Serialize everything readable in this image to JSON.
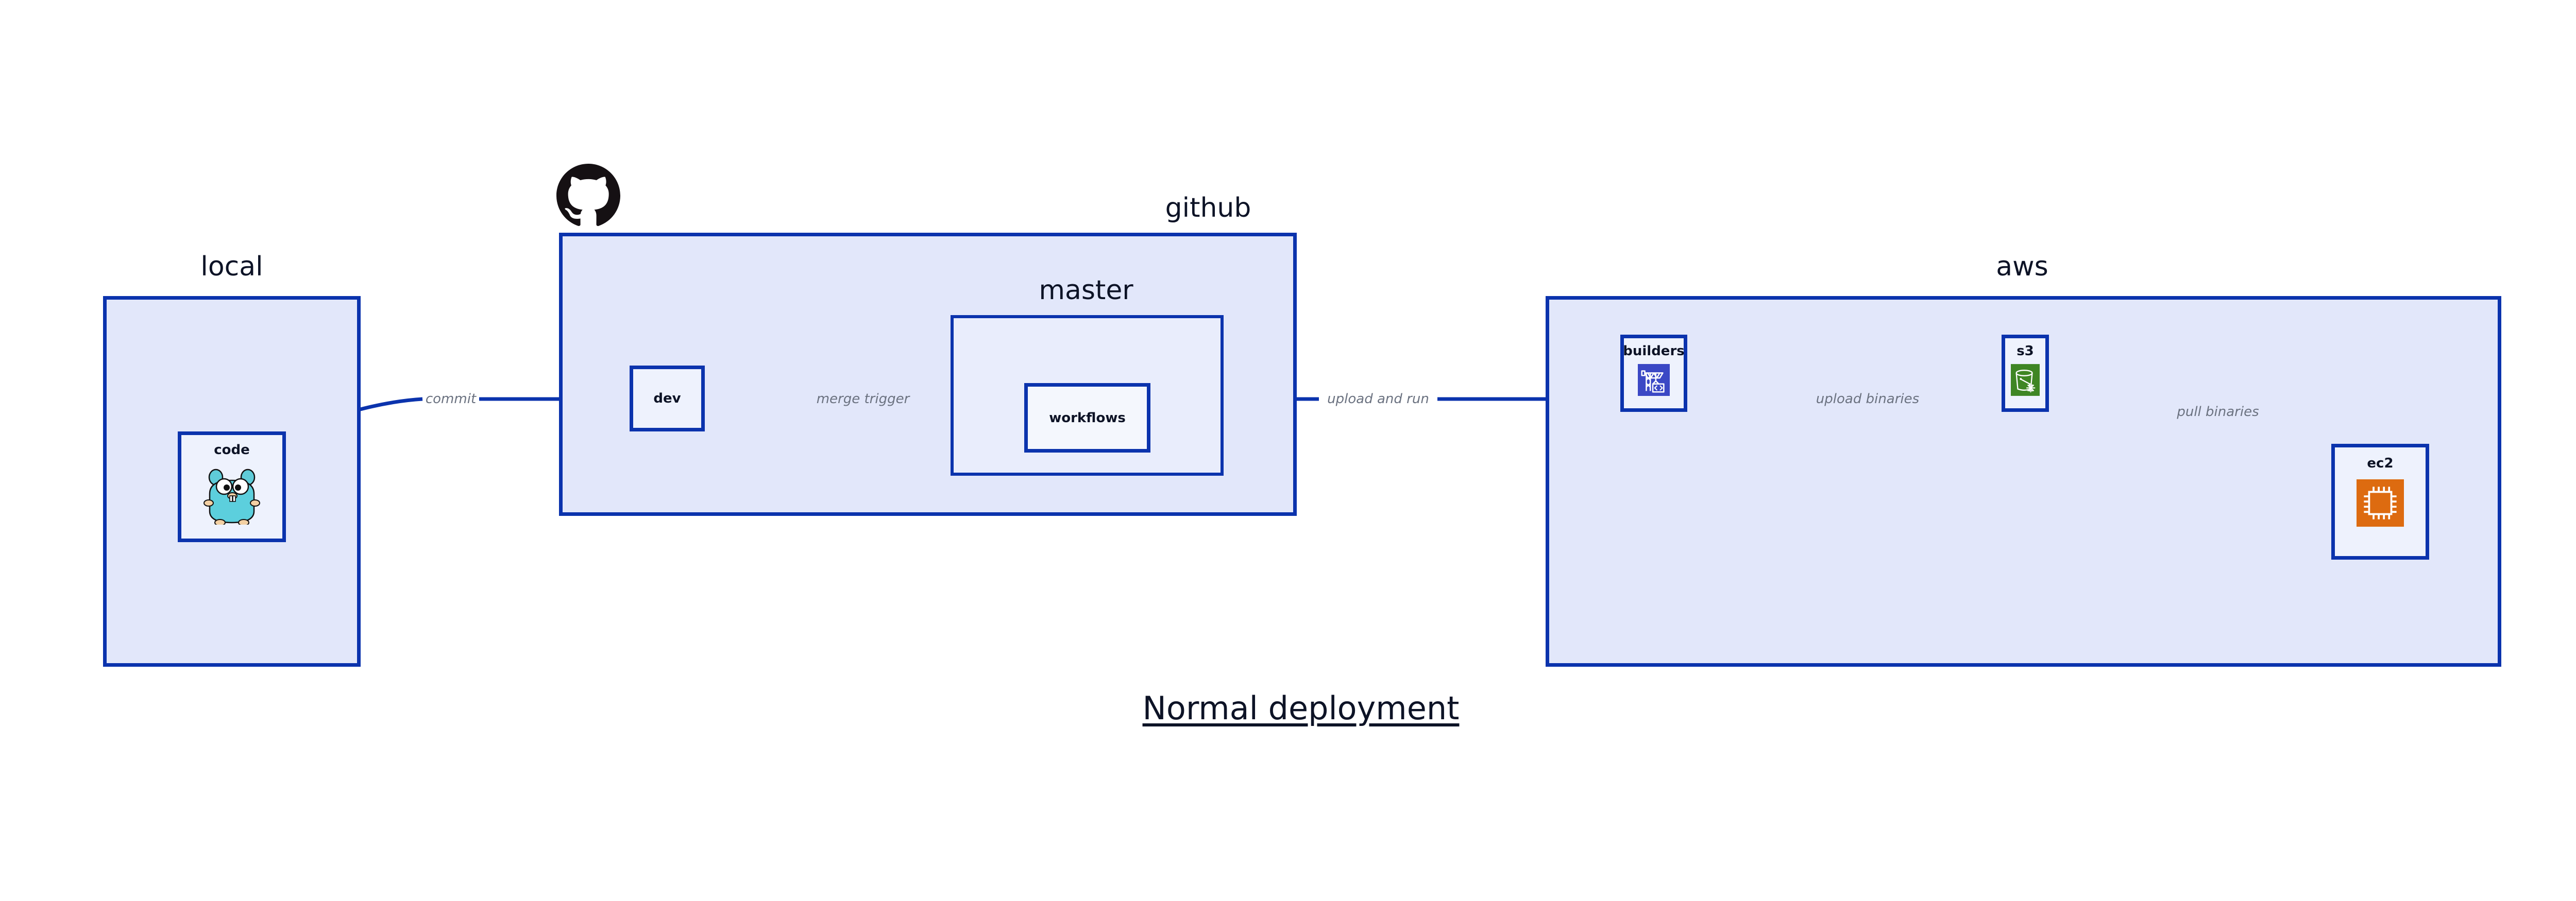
{
  "diagram": {
    "title": "Normal deployment",
    "accent_border": "#0b33ad",
    "group_fill": "#e2e7fa",
    "inner_group_fill": "#e9edfc",
    "node_fill": "#eef2fd",
    "edge_label_color": "#6b7280",
    "text_color": "#0d1326"
  },
  "groups": {
    "local": {
      "label": "local"
    },
    "github": {
      "label": "github"
    },
    "master": {
      "label": "master"
    },
    "aws": {
      "label": "aws"
    }
  },
  "nodes": {
    "code": {
      "label": "code",
      "icon": "go-gopher-icon"
    },
    "dev": {
      "label": "dev",
      "icon": "none"
    },
    "workflows": {
      "label": "workflows",
      "icon": "none"
    },
    "builders": {
      "label": "builders",
      "icon": "aws-codebuild-icon",
      "icon_color": "#3b48c5"
    },
    "s3": {
      "label": "s3",
      "icon": "aws-s3-glacier-icon",
      "icon_color": "#3f8624"
    },
    "ec2": {
      "label": "ec2",
      "icon": "aws-ec2-icon",
      "icon_color": "#dd6b10"
    }
  },
  "edges": [
    {
      "id": "commit",
      "label": "commit",
      "from": "code",
      "to": "dev"
    },
    {
      "id": "merge-trigger",
      "label": "merge trigger",
      "from": "dev",
      "to": "workflows"
    },
    {
      "id": "upload-and-run",
      "label": "upload and run",
      "from": "workflows",
      "to": "builders"
    },
    {
      "id": "upload-binaries",
      "label": "upload binaries",
      "from": "builders",
      "to": "s3"
    },
    {
      "id": "pull-binaries",
      "label": "pull binaries",
      "from": "s3",
      "to": "ec2"
    }
  ],
  "logos": {
    "github": "github-octocat-icon"
  }
}
